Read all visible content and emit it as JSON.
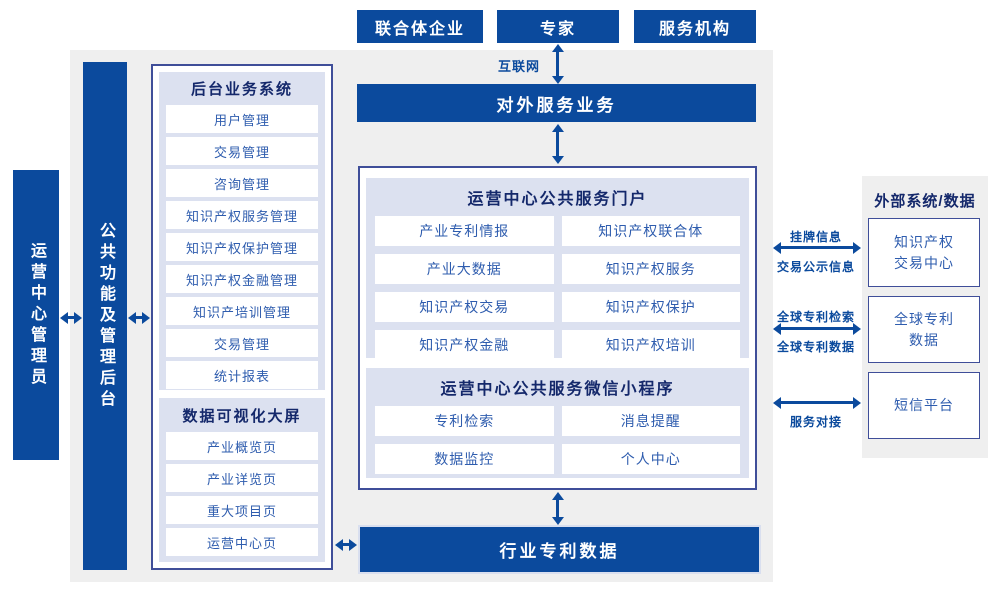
{
  "colors": {
    "primary_blue": "#0b4a9d",
    "panel_gray": "#efefef",
    "section_lavender": "#dce1f0",
    "item_text_blue": "#2e5cae",
    "title_navy": "#14286b",
    "box_border_navy": "#3f4e99"
  },
  "actors": {
    "items": [
      "联合体企业",
      "专家",
      "服务机构"
    ]
  },
  "internet": {
    "label": "互联网"
  },
  "external_service": {
    "label": "对外服务业务"
  },
  "admin_bar": {
    "label": "运营中心管理员"
  },
  "backend_bar": {
    "label": "公共功能及管理后台"
  },
  "backend_system": {
    "title": "后台业务系统",
    "items": [
      "用户管理",
      "交易管理",
      "咨询管理",
      "知识产权服务管理",
      "知识产权保护管理",
      "知识产权金融管理",
      "知识产培训管理",
      "交易管理",
      "统计报表"
    ]
  },
  "dashboard": {
    "title": "数据可视化大屏",
    "items": [
      "产业概览页",
      "产业详览页",
      "重大项目页",
      "运营中心页"
    ]
  },
  "portal": {
    "title": "运营中心公共服务门户",
    "items": [
      "产业专利情报",
      "知识产权联合体",
      "产业大数据",
      "知识产权服务",
      "知识产权交易",
      "知识产权保护",
      "知识产权金融",
      "知识产权培训"
    ]
  },
  "miniprogram": {
    "title": "运营中心公共服务微信小程序",
    "items": [
      "专利检索",
      "消息提醒",
      "数据监控",
      "个人中心"
    ]
  },
  "industry_data": {
    "label": "行业专利数据"
  },
  "external_panel": {
    "title": "外部系统/数据",
    "boxes": [
      {
        "lines": [
          "知识产权",
          "交易中心"
        ]
      },
      {
        "lines": [
          "全球专利",
          "数据"
        ]
      },
      {
        "lines": [
          "短信平台"
        ]
      }
    ]
  },
  "connectors": [
    {
      "top": "挂牌信息",
      "bottom": "交易公示信息"
    },
    {
      "top": "全球专利检索",
      "bottom": "全球专利数据"
    },
    {
      "top": "",
      "bottom": "服务对接"
    }
  ]
}
